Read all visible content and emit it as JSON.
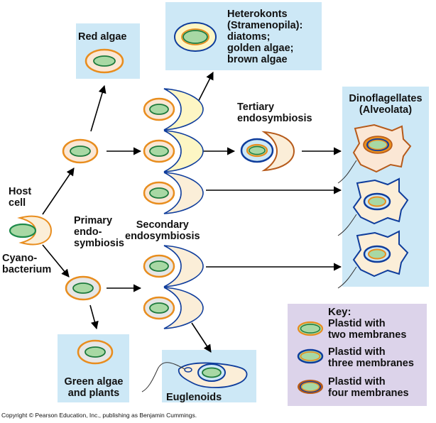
{
  "labels": {
    "red_algae": "Red algae",
    "heterokonts": "Heterokonts\n(Stramenopila):\ndiatoms;\ngolden algae;\nbrown algae",
    "tertiary": "Tertiary\nendosymbiosis",
    "dinoflagellates": "Dinoflagellates\n(Alveolata)",
    "host_cell": "Host\ncell",
    "cyanobacterium": "Cyano-\nbacterium",
    "primary": "Primary\nendo-\nsymbiosis",
    "secondary": "Secondary\nendosymbiosis",
    "green_algae": "Green algae\nand plants",
    "euglenoids": "Euglenoids"
  },
  "key": {
    "title": "Key:",
    "two": "Plastid with\ntwo membranes",
    "three": "Plastid with\nthree membranes",
    "four": "Plastid with\nfour membranes"
  },
  "copyright": "Copyright © Pearson Education, Inc., publishing as Benjamin Cummings.",
  "colors": {
    "box_blue": "#cde8f6",
    "key_purple": "#dcd3ea",
    "orange": "#e88d1e",
    "green_fill": "#a8d8a4",
    "green_stroke": "#1d7a3c",
    "cyan_stroke": "#1e8a4a",
    "host_cream": "#fbeed8",
    "red_cream": "#fbe7d5",
    "yellow": "#fdf6c4",
    "gray": "#e6e6e6",
    "dark_blue": "#0f3d9c",
    "brown": "#b65a1a"
  }
}
